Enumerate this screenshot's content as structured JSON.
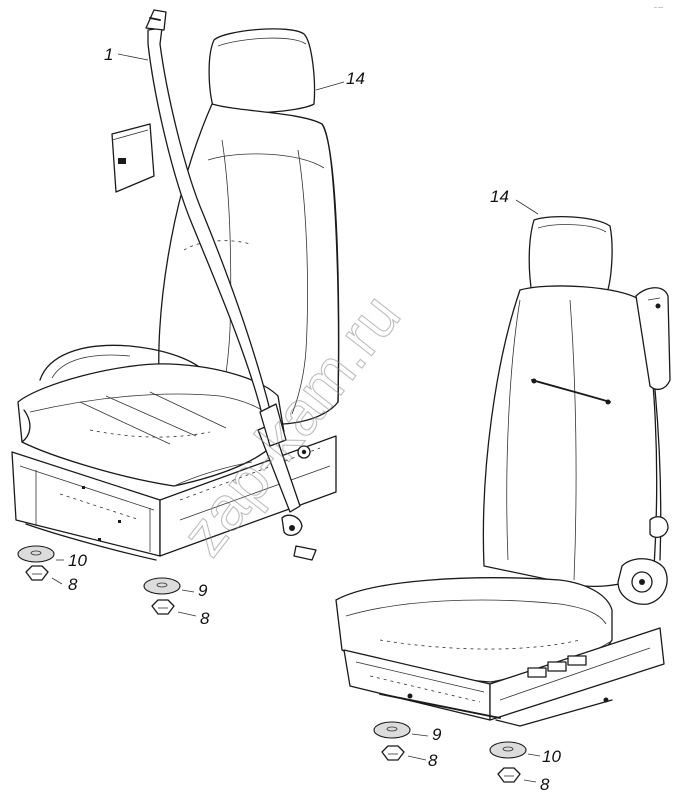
{
  "labels": {
    "belt": "1",
    "headrest_left": "14",
    "headrest_right": "14",
    "washer_left_a": "10",
    "nut_left_a": "8",
    "washer_left_b": "9",
    "nut_left_b": "8",
    "washer_right_a": "9",
    "nut_right_a": "8",
    "washer_right_b": "10",
    "nut_right_b": "8"
  },
  "watermark": "zap-kam.ru",
  "corner_mark": "– —"
}
